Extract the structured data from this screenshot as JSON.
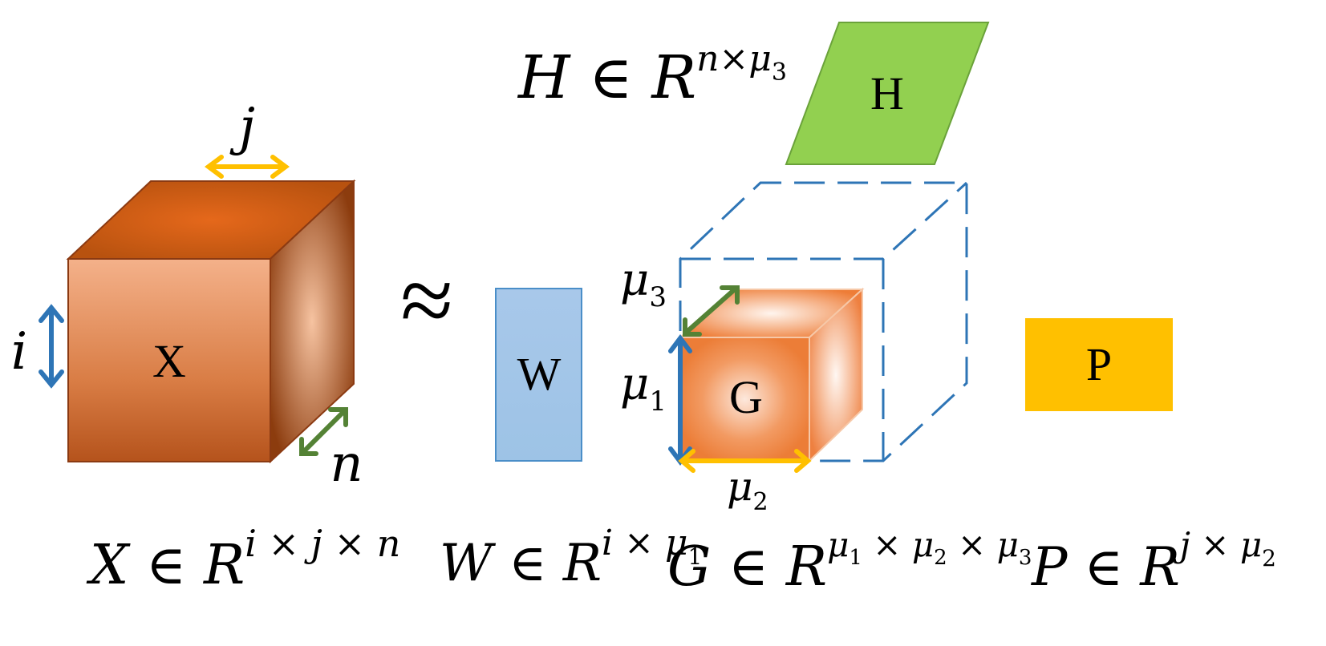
{
  "blocks": {
    "x": "X",
    "w": "W",
    "g": "G",
    "p": "P",
    "h": "H"
  },
  "approx_symbol": "≈",
  "dims": {
    "i": "i",
    "j": "j",
    "n": "n",
    "mu": "μ",
    "mu1_sub": "1",
    "mu2_sub": "2",
    "mu3_sub": "3"
  },
  "formulas": {
    "x": {
      "base": "X ∈ R",
      "sup": "i × j × n"
    },
    "w": {
      "base": "W ∈ R",
      "sup": "i × μ",
      "sub": "1"
    },
    "g": {
      "base": "G ∈ R",
      "sup": "μ",
      "sup_sub": "1",
      "sup_mid": " × μ",
      "sup_sub2": "2",
      "sup_mid2": " × μ",
      "sup_sub3": "3"
    },
    "p": {
      "base": "P ∈ R",
      "sup": "j × μ",
      "sub": "2"
    },
    "h": {
      "base": "H ∈ R",
      "sup": "n×μ",
      "sub": "3"
    }
  },
  "colors": {
    "x_front": "#f0a070",
    "x_dark": "#b2501a",
    "w_fill": "#9dc3e6",
    "w_stroke": "#4a8ec8",
    "g_fill": "#ee7d32",
    "h_fill": "#92d050",
    "h_stroke": "#6aa23a",
    "p_fill": "#ffc000",
    "blue_arrow": "#2e75b6",
    "yellow_arrow": "#ffc000",
    "green_arrow": "#548235",
    "dash": "#2e75b6"
  }
}
